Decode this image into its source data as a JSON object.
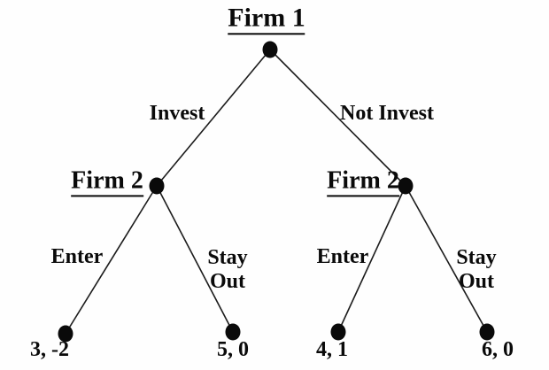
{
  "diagram": {
    "title_player": "Firm 1",
    "actions_level1": {
      "invest": "Invest",
      "not_invest": "Not Invest"
    },
    "subtrees": {
      "left": {
        "player": "Firm 2",
        "action_enter": "Enter",
        "action_stay_out": "Stay\nOut",
        "payoff_enter": "3, -2",
        "payoff_stay_out": "5, 0"
      },
      "right": {
        "player": "Firm 2",
        "action_enter": "Enter",
        "action_stay_out": "Stay\nOut",
        "payoff_enter": "4, 1",
        "payoff_stay_out": "6, 0"
      }
    },
    "colors": {
      "ink": "#0a0a0a",
      "edge": "#1c1c1c",
      "background": "#fefefe"
    }
  }
}
